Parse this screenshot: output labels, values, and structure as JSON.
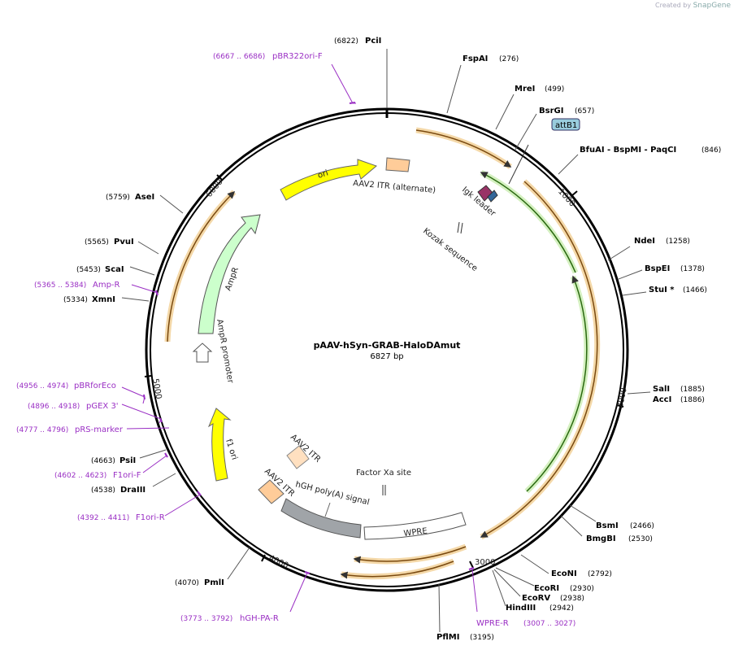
{
  "credit": {
    "prefix": "Created by",
    "brand": "SnapGene"
  },
  "plasmid": {
    "name": "pAAV-hSyn-GRAB-HaloDAmut",
    "length_label": "6827 bp"
  },
  "sites": [
    {
      "name": "PciI",
      "pos": "(6822)"
    },
    {
      "name": "FspAI",
      "pos": "(276)"
    },
    {
      "name": "MreI",
      "pos": "(499)"
    },
    {
      "name": "BsrGI",
      "pos": "(657)"
    },
    {
      "name": "BfuAI  - BspMI  - PaqCI",
      "pos": "(846)"
    },
    {
      "name": "NdeI",
      "pos": "(1258)"
    },
    {
      "name": "BspEI",
      "pos": "(1378)"
    },
    {
      "name": "StuI *",
      "pos": "(1466)"
    },
    {
      "name": "SalI",
      "pos": "(1885)"
    },
    {
      "name": "AccI",
      "pos": "(1886)"
    },
    {
      "name": "BsmI",
      "pos": "(2466)"
    },
    {
      "name": "BmgBI",
      "pos": "(2530)"
    },
    {
      "name": "EcoNI",
      "pos": "(2792)"
    },
    {
      "name": "EcoRI",
      "pos": "(2930)"
    },
    {
      "name": "EcoRV",
      "pos": "(2938)"
    },
    {
      "name": "HindIII",
      "pos": "(2942)"
    },
    {
      "name": "PflMI",
      "pos": "(3195)"
    },
    {
      "name": "PmlI",
      "pos": "(4070)"
    },
    {
      "name": "DraIII",
      "pos": "(4538)"
    },
    {
      "name": "PsiI",
      "pos": "(4663)"
    },
    {
      "name": "XmnI",
      "pos": "(5334)"
    },
    {
      "name": "ScaI",
      "pos": "(5453)"
    },
    {
      "name": "PvuI",
      "pos": "(5565)"
    },
    {
      "name": "AseI",
      "pos": "(5759)"
    }
  ],
  "primers": [
    {
      "name": "pBR322ori-F",
      "pos": "(6667 .. 6686)"
    },
    {
      "name": "Amp-R",
      "pos": "(5365 .. 5384)"
    },
    {
      "name": "pBRforEco",
      "pos": "(4956 .. 4974)"
    },
    {
      "name": "pGEX 3'",
      "pos": "(4896 .. 4918)"
    },
    {
      "name": "pRS-marker",
      "pos": "(4777 .. 4796)"
    },
    {
      "name": "F1ori-F",
      "pos": "(4602 .. 4623)"
    },
    {
      "name": "F1ori-R",
      "pos": "(4392 .. 4411)"
    },
    {
      "name": "hGH-PA-R",
      "pos": "(3773 .. 3792)"
    },
    {
      "name": "WPRE-R",
      "pos": "(3007 .. 3027)"
    }
  ],
  "features": {
    "ori": "ori",
    "aav2_itr_alt": "AAV2 ITR (alternate)",
    "attb1": "attB1",
    "igk_leader": "Igk leader",
    "kozak": "Kozak sequence",
    "ampr": "AmpR",
    "ampr_promoter": "AmpR promoter",
    "f1_ori": "f1 ori",
    "aav2_itr_1": "AAV2 ITR",
    "aav2_itr_2": "AAV2 ITR",
    "hgh_polya": "hGH poly(A) signal",
    "factor_xa": "Factor Xa site",
    "wpre": "WPRE"
  },
  "ticks": [
    "1000",
    "2000",
    "3000",
    "4000",
    "5000",
    "6000"
  ],
  "colors": {
    "ori": "#ffff00",
    "itr": "#ffcc99",
    "ampr": "#ccffcc",
    "cds_orange": "#f4b860",
    "cds_green": "#7acc3a",
    "attb1": "#99ccdd",
    "igk": "#993366",
    "primer": "#9a2fc4",
    "polya": "#a0a4a8"
  }
}
